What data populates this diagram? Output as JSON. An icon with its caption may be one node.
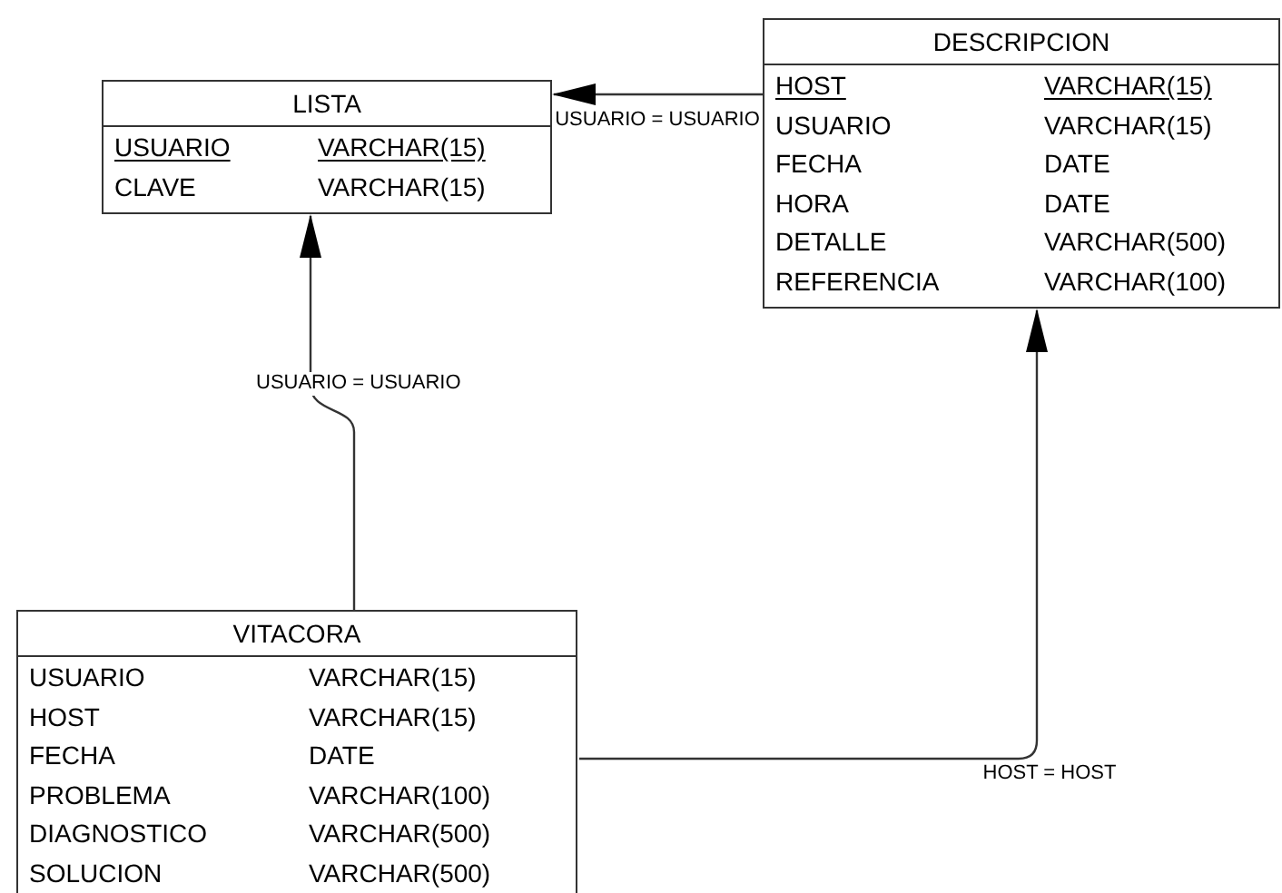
{
  "diagram": {
    "nodes": [
      {
        "text": [
          "LISTA",
          "USUARIO",
          "VARCHAR(15)",
          "CLAVE",
          "VARCHAR(15)"
        ]
      },
      {
        "text": [
          "DESCRIPCION",
          "HOST",
          "VARCHAR(15)",
          "USUARIO",
          "VARCHAR(15)",
          "FECHA",
          "DATE",
          "HORA",
          "DATE",
          "DETALLE",
          "VARCHAR(500)",
          "REFERENCIA",
          "VARCHAR(100)"
        ]
      },
      {
        "text": [
          "VITACORA",
          "USUARIO",
          "VARCHAR(15)",
          "HOST",
          "VARCHAR(15)",
          "FECHA",
          "DATE",
          "PROBLEMA",
          "VARCHAR(100)",
          "DIAGNOSTICO",
          "VARCHAR(500)",
          "SOLUCION",
          "VARCHAR(500)"
        ]
      }
    ],
    "edges": [
      {
        "from": 1,
        "to": 0,
        "arrow": "to",
        "label": "USUARIO = USUARIO"
      },
      {
        "from": 2,
        "to": 0,
        "arrow": "to",
        "label": "USUARIO = USUARIO"
      },
      {
        "from": 2,
        "to": 1,
        "arrow": "to",
        "label": "HOST = HOST"
      }
    ]
  }
}
